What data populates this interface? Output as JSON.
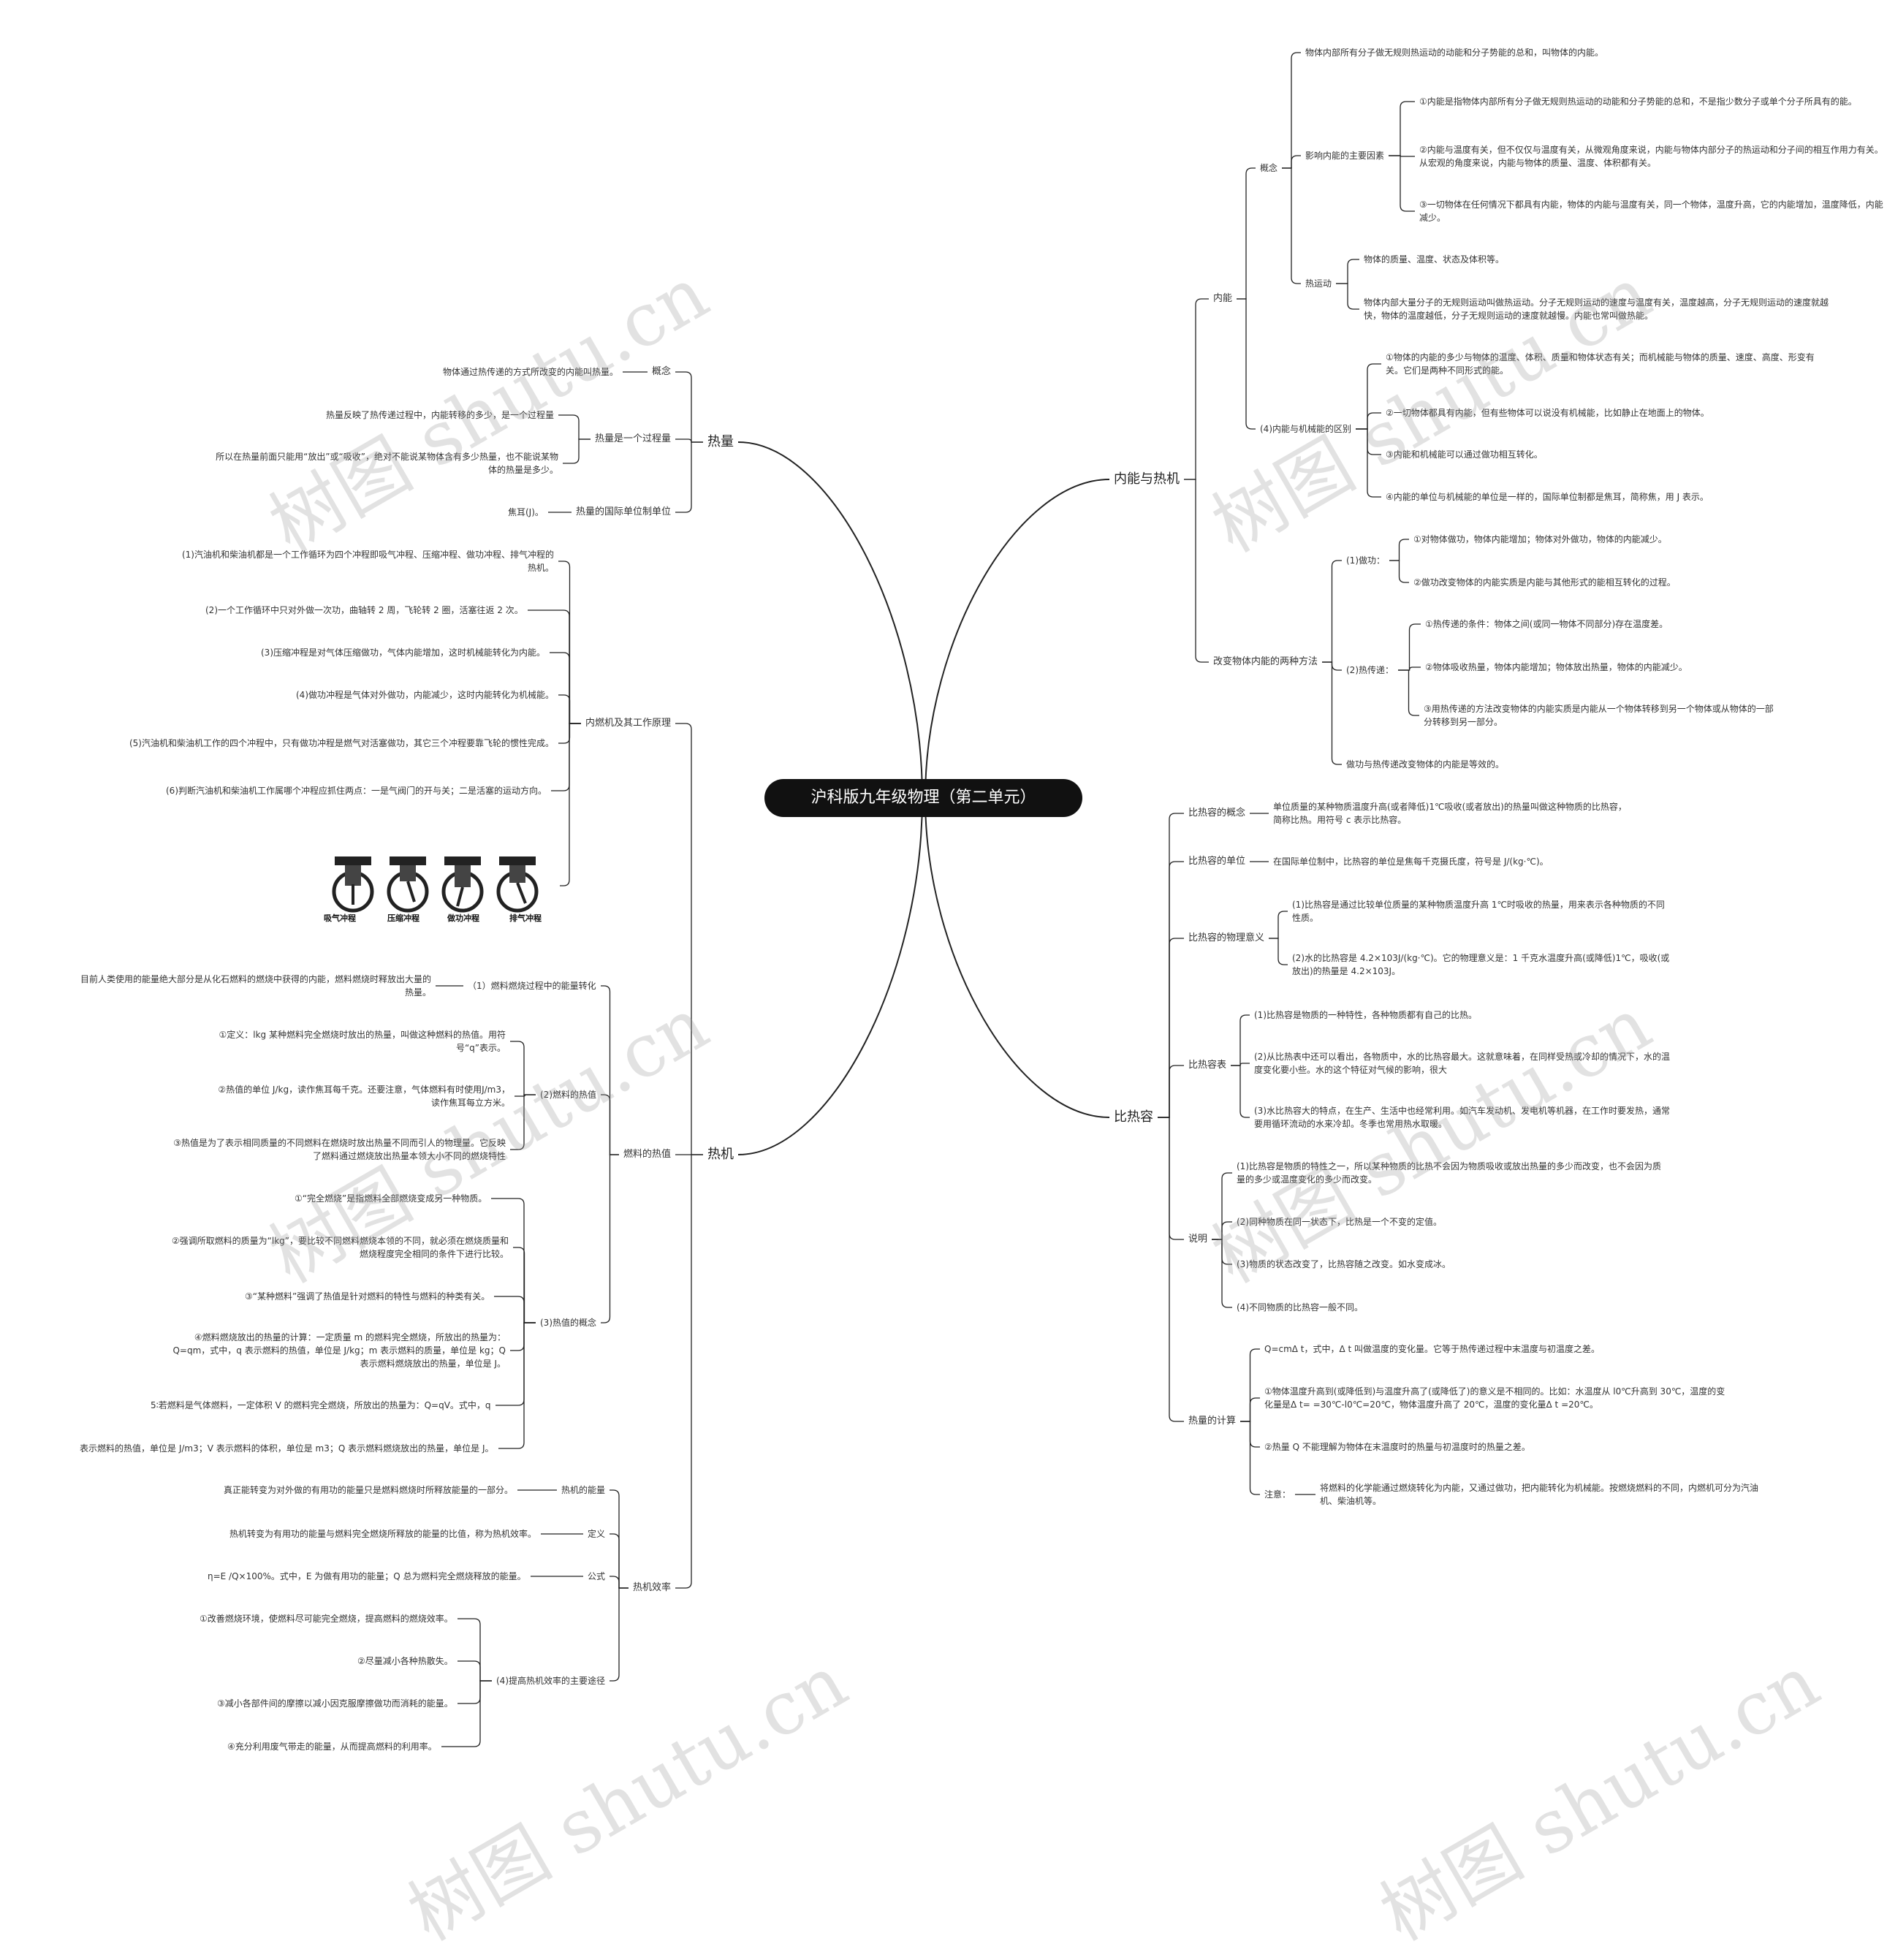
{
  "root": "沪科版九年级物理（第二单元）",
  "right": {
    "neineng_rejī": "内能与热机",
    "neineng": "内能",
    "gainian": "概念",
    "gainian_def": "物体内部所有分子做无规则热运动的动能和分子势能的总和，叫物体的内能。",
    "yingxiang": "影响内能的主要因素",
    "yx1": "①内能是指物体内部所有分子做无规则热运动的动能和分子势能的总和，不是指少数分子或单个分子所具有的能。",
    "yx2": "②内能与温度有关，但不仅仅与温度有关，从微观角度来说，内能与物体内部分子的热运动和分子间的相互作用力有关。从宏观的角度来说，内能与物体的质量、温度、体积都有关。",
    "yx3": "③一切物体在任何情况下都具有内能，物体的内能与温度有关，同一个物体，温度升高，它的内能增加，温度降低，内能减少。",
    "reyundong": "热运动",
    "ry1": "物体的质量、温度、状态及体积等。",
    "ry2": "物体内部大量分子的无规则运动叫做热运动。分子无规则运动的速度与温度有关，温度越高，分子无规则运动的速度就越快，物体的温度越低，分子无规则运动的速度就越慢。内能也常叫做热能。",
    "qubie": "(4)内能与机械能的区别",
    "qb1": "①物体的内能的多少与物体的温度、体积、质量和物体状态有关；而机械能与物体的质量、速度、高度、形变有关。它们是两种不同形式的能。",
    "qb2": "②一切物体都具有内能，但有些物体可以说没有机械能，比如静止在地面上的物体。",
    "qb3": "③内能和机械能可以通过做功相互转化。",
    "qb4": "④内能的单位与机械能的单位是一样的，国际单位制都是焦耳，简称焦，用 J 表示。",
    "gaibian": "改变物体内能的两种方法",
    "zuogong": "(1)做功：",
    "zg1": "①对物体做功，物体内能增加；物体对外做功，物体的内能减少。",
    "zg2": "②做功改变物体的内能实质是内能与其他形式的能相互转化的过程。",
    "rechuandi": "(2)热传递：",
    "rc1": "①热传递的条件：物体之间(或同一物体不同部分)存在温度差。",
    "rc2": "②物体吸收热量，物体内能增加；物体放出热量，物体的内能减少。",
    "rc3": "③用热传递的方法改变物体的内能实质是内能从一个物体转移到另一个物体或从物体的一部分转移到另一部分。",
    "dengxiao": "做功与热传递改变物体的内能是等效的。",
    "bireirong": "比热容",
    "brgn": "比热容的概念",
    "brgn1": "单位质量的某种物质温度升高(或者降低)1℃吸收(或者放出)的热量叫做这种物质的比热容，简称比热。用符号 c 表示比热容。",
    "brdw": "比热容的单位",
    "brdw1": "在国际单位制中，比热容的单位是焦每千克摄氏度，符号是 J/(kg·℃)。",
    "brwl": "比热容的物理意义",
    "brwl1": "(1)比热容是通过比较单位质量的某种物质温度升高 1℃时吸收的热量，用来表示各种物质的不同性质。",
    "brwl2": "(2)水的比热容是 4.2×103J/(kg·℃)。它的物理意义是：1 千克水温度升高(或降低)1℃，吸收(或放出)的热量是 4.2×103J。",
    "brb": "比热容表",
    "brb1": "(1)比热容是物质的一种特性，各种物质都有自己的比热。",
    "brb2": "(2)从比热表中还可以看出，各物质中，水的比热容最大。这就意味着，在同样受热或冷却的情况下，水的温度变化要小些。水的这个特征对气候的影响，很大",
    "brb3": "(3)水比热容大的特点，在生产、生活中也经常利用。如汽车发动机、发电机等机器，在工作时要发热，通常要用循环流动的水来冷却。冬季也常用热水取暖。",
    "shuoming": "说明",
    "sm1": "(1)比热容是物质的特性之一，所以某种物质的比热不会因为物质吸收或放出热量的多少而改变，也不会因为质量的多少或温度变化的多少而改变。",
    "sm2": "(2)同种物质在同一状态下，比热是一个不变的定值。",
    "sm3": "(3)物质的状态改变了，比热容随之改变。如水变成冰。",
    "sm4": "(4)不同物质的比热容一般不同。",
    "rljs": "热量的计算",
    "rl1": "Q=cmΔ t，式中，Δ t 叫做温度的变化量。它等于热传递过程中末温度与初温度之差。",
    "rl2": "①物体温度升高到(或降低到)与温度升高了(或降低了)的意义是不相同的。比如：水温度从 l0℃升高到 30℃，温度的变化量是Δ t= =30℃-l0℃=20℃，物体温度升高了 20℃，温度的变化量Δ t =20℃。",
    "rl3": "②热量 Q 不能理解为物体在末温度时的热量与初温度时的热量之差。",
    "zhuyi": "注意：",
    "zy1": "将燃料的化学能通过燃烧转化为内能，又通过做功，把内能转化为机械能。按燃烧燃料的不同，内燃机可分为汽油机、柴油机等。"
  },
  "left": {
    "reliang": "热量",
    "rlgn": "概念",
    "rlgn1": "物体通过热传递的方式所改变的内能叫热量。",
    "gcl": "热量是一个过程量",
    "gcl1": "热量反映了热传递过程中，内能转移的多少，是一个过程量",
    "gcl2": "所以在热量前面只能用“放出”或“吸收”，绝对不能说某物体含有多少热量，也不能说某物体的热量是多少。",
    "gjdw": "热量的国际单位制单位",
    "gjdw1": "焦耳(J)。",
    "reji": "热机",
    "nrj": "内燃机及其工作原理",
    "nrj1": "(1)汽油机和柴油机都是一个工作循环为四个冲程即吸气冲程、压缩冲程、做功冲程、排气冲程的热机。",
    "nrj2": "(2)一个工作循环中只对外做一次功，曲轴转 2 周，飞轮转 2 圈，活塞往返 2 次。",
    "nrj3": "(3)压缩冲程是对气体压缩做功，气体内能增加，这时机械能转化为内能。",
    "nrj4": "(4)做功冲程是气体对外做功，内能减少，这时内能转化为机械能。",
    "nrj5": "(5)汽油机和柴油机工作的四个冲程中，只有做功冲程是燃气对活塞做功，其它三个冲程要靠飞轮的惯性完成。",
    "nrj6": "(6)判断汽油机和柴油机工作属哪个冲程应抓住两点：一是气阀门的开与关；二是活塞的运动方向。",
    "strokes": [
      "吸气冲程",
      "压缩冲程",
      "做功冲程",
      "排气冲程"
    ],
    "rlrz": "燃料的热值",
    "zh": "（1）燃料燃烧过程中的能量转化",
    "zh1": "目前人类使用的能量绝大部分是从化石燃料的燃烧中获得的内能，燃料燃烧时释放出大量的热量。",
    "rz": "(2)燃料的热值",
    "rz1": "①定义：lkg 某种燃料完全燃烧时放出的热量，叫做这种燃料的热值。用符号“q”表示。",
    "rz2": "②热值的单位 J/kg，读作焦耳每千克。还要注意，气体燃料有时使用J/m3，读作焦耳每立方米。",
    "rz3": "③热值是为了表示相同质量的不同燃料在燃烧时放出热量不同而引人的物理量。它反映了燃料通过燃烧放出热量本领大小不同的燃烧特性",
    "rzgn": "(3)热值的概念",
    "rzgn1": "①“完全燃烧”是指燃料全部燃烧变成另一种物质。",
    "rzgn2": "②强调所取燃料的质量为“lkg”，要比较不同燃料燃烧本领的不同，就必须在燃烧质量和燃烧程度完全相同的条件下进行比较。",
    "rzgn3": "③“某种燃料”强调了热值是针对燃料的特性与燃料的种类有关。",
    "rzgn4": "④燃料燃烧放出的热量的计算：一定质量 m 的燃料完全燃烧，所放出的热量为：Q=qm，式中，q 表示燃料的热值，单位是 J/kg；m 表示燃料的质量，单位是 kg；Q 表示燃料燃烧放出的热量，单位是 J。",
    "rzgn5": "5∶若燃料是气体燃料，一定体积 V 的燃料完全燃烧，所放出的热量为：Q=qV。式中，q",
    "rzgn6": "表示燃料的热值，单位是 J/m3；V 表示燃料的体积，单位是 m3；Q 表示燃料燃烧放出的热量，单位是 J。",
    "xl": "热机效率",
    "xlnl": "热机的能量",
    "xlnl1": "真正能转变为对外做的有用功的能量只是燃料燃烧时所释放能量的一部分。",
    "dy": "定义",
    "dy1": "热机转变为有用功的能量与燃料完全燃烧所释放的能量的比值，称为热机效率。",
    "gs": "公式",
    "gs1": "η=E /Q×100%。式中，E 为做有用功的能量；Q 总为燃料完全燃烧释放的能量。",
    "tj": "(4)提高热机效率的主要途径",
    "tj1": "①改善燃烧环境，使燃料尽可能完全燃烧，提高燃料的燃烧效率。",
    "tj2": "②尽量减小各种热散失。",
    "tj3": "③减小各部件间的摩擦以减小因克服摩擦做功而消耗的能量。",
    "tj4": "④充分利用废气带走的能量，从而提高燃料的利用率。"
  },
  "watermark": "树图 shutu.cn",
  "colors": {
    "line": "#222222",
    "root_bg": "#111111"
  }
}
